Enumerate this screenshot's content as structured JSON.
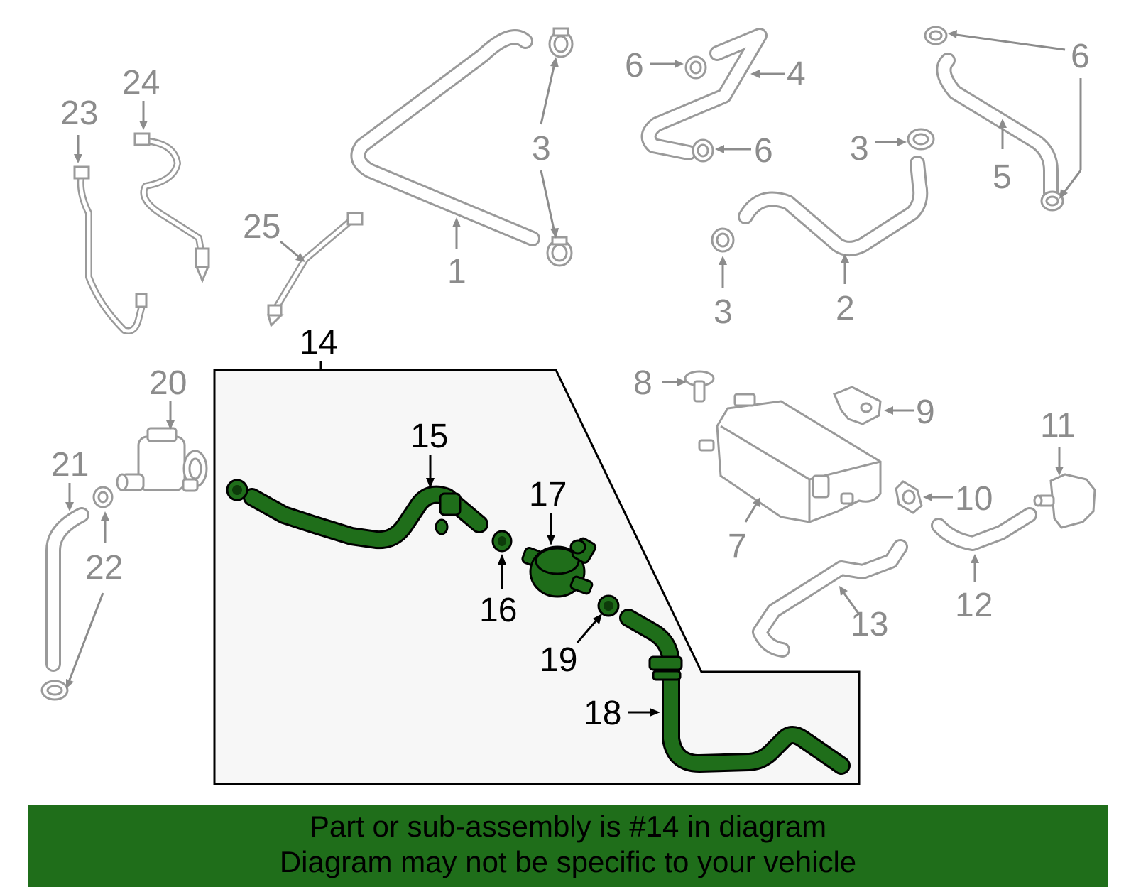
{
  "callouts_gray": {
    "c1": "1",
    "c2": "2",
    "c3a": "3",
    "c3b": "3",
    "c3c": "3",
    "c4": "4",
    "c5": "5",
    "c6a": "6",
    "c6b": "6",
    "c6c": "6",
    "c7": "7",
    "c8": "8",
    "c9": "9",
    "c10": "10",
    "c11": "11",
    "c12": "12",
    "c13": "13",
    "c20": "20",
    "c21": "21",
    "c22": "22",
    "c23": "23",
    "c24": "24",
    "c25": "25"
  },
  "callouts_black": {
    "c14": "14",
    "c15": "15",
    "c16": "16",
    "c17": "17",
    "c18": "18",
    "c19": "19"
  },
  "banner": {
    "line1": "Part or sub-assembly is #14 in diagram",
    "line2": "Diagram may not be specific to your vehicle"
  },
  "colors": {
    "highlight": "#1f6e1a",
    "inactive_parts": "#9a9a9a",
    "subassembly_background": "#f7f7f7"
  }
}
